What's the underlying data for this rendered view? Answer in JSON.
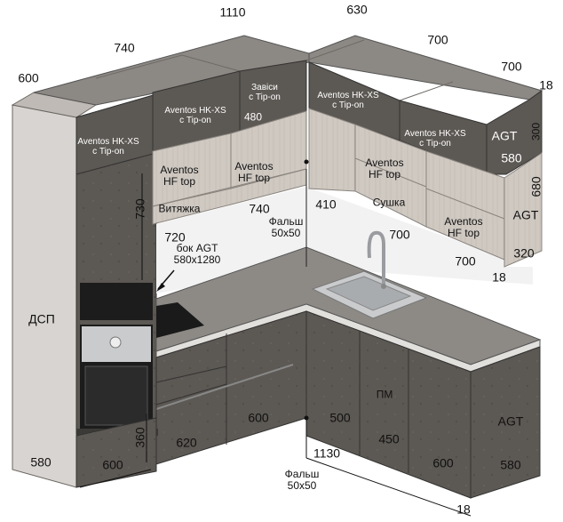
{
  "labels": {
    "d1110": "1110",
    "d630": "630",
    "d740_top": "740",
    "d700_top1": "700",
    "d700_top2": "700",
    "d600_left": "600",
    "d18_top": "18",
    "aventos_left": "Aventos HK-XS\nс Tip-on",
    "aventos_mid": "Aventos HK-XS\nс Tip-on",
    "zavisy": "Завіси\nс Tip-on",
    "d480": "480",
    "aventos_corner": "Aventos HK-XS\nс Tip-on",
    "aventos_right": "Aventos HK-XS\nс Tip-on",
    "agt_top": "AGT",
    "d300": "300",
    "d580_top": "580",
    "hf_left": "Aventos\nHF top",
    "hf_mid": "Aventos\nHF top",
    "vytyazhka": "Витяжка",
    "d730": "730",
    "d740_mid": "740",
    "falsh_top": "Фальш\n50x50",
    "d410": "410",
    "hf_corner": "Aventos\nHF top",
    "sushka": "Сушка",
    "hf_right": "Aventos\nHF top",
    "d680": "680",
    "agt_right": "AGT",
    "d700_mid": "700",
    "d320": "320",
    "d720": "720",
    "bok_agt": "бок AGT\n580x1280",
    "d700_counter": "700",
    "d18_mid": "18",
    "dsp": "ДСП",
    "pm": "ПМ",
    "agt_base": "AGT",
    "d360": "360",
    "d620": "620",
    "d600_base": "600",
    "d500": "500",
    "d450": "450",
    "d600_right": "600",
    "d580_base": "580",
    "d580_left": "580",
    "d600_bottom": "600",
    "d1130": "1130",
    "falsh_bottom": "Фальш\n50x50",
    "d18_bottom": "18"
  },
  "colors": {
    "cabinet_dark": "#58544f",
    "cabinet_mid": "#6a6661",
    "cabinet_top_face": "#8c8884",
    "facade_light": "#cbc6c0",
    "wall_panel": "#d9d6d3",
    "countertop": "#8d8a86",
    "countertop_edge": "#e2e0dd",
    "appliance_black": "#1c1c1c",
    "steel": "#c9cbcd"
  }
}
